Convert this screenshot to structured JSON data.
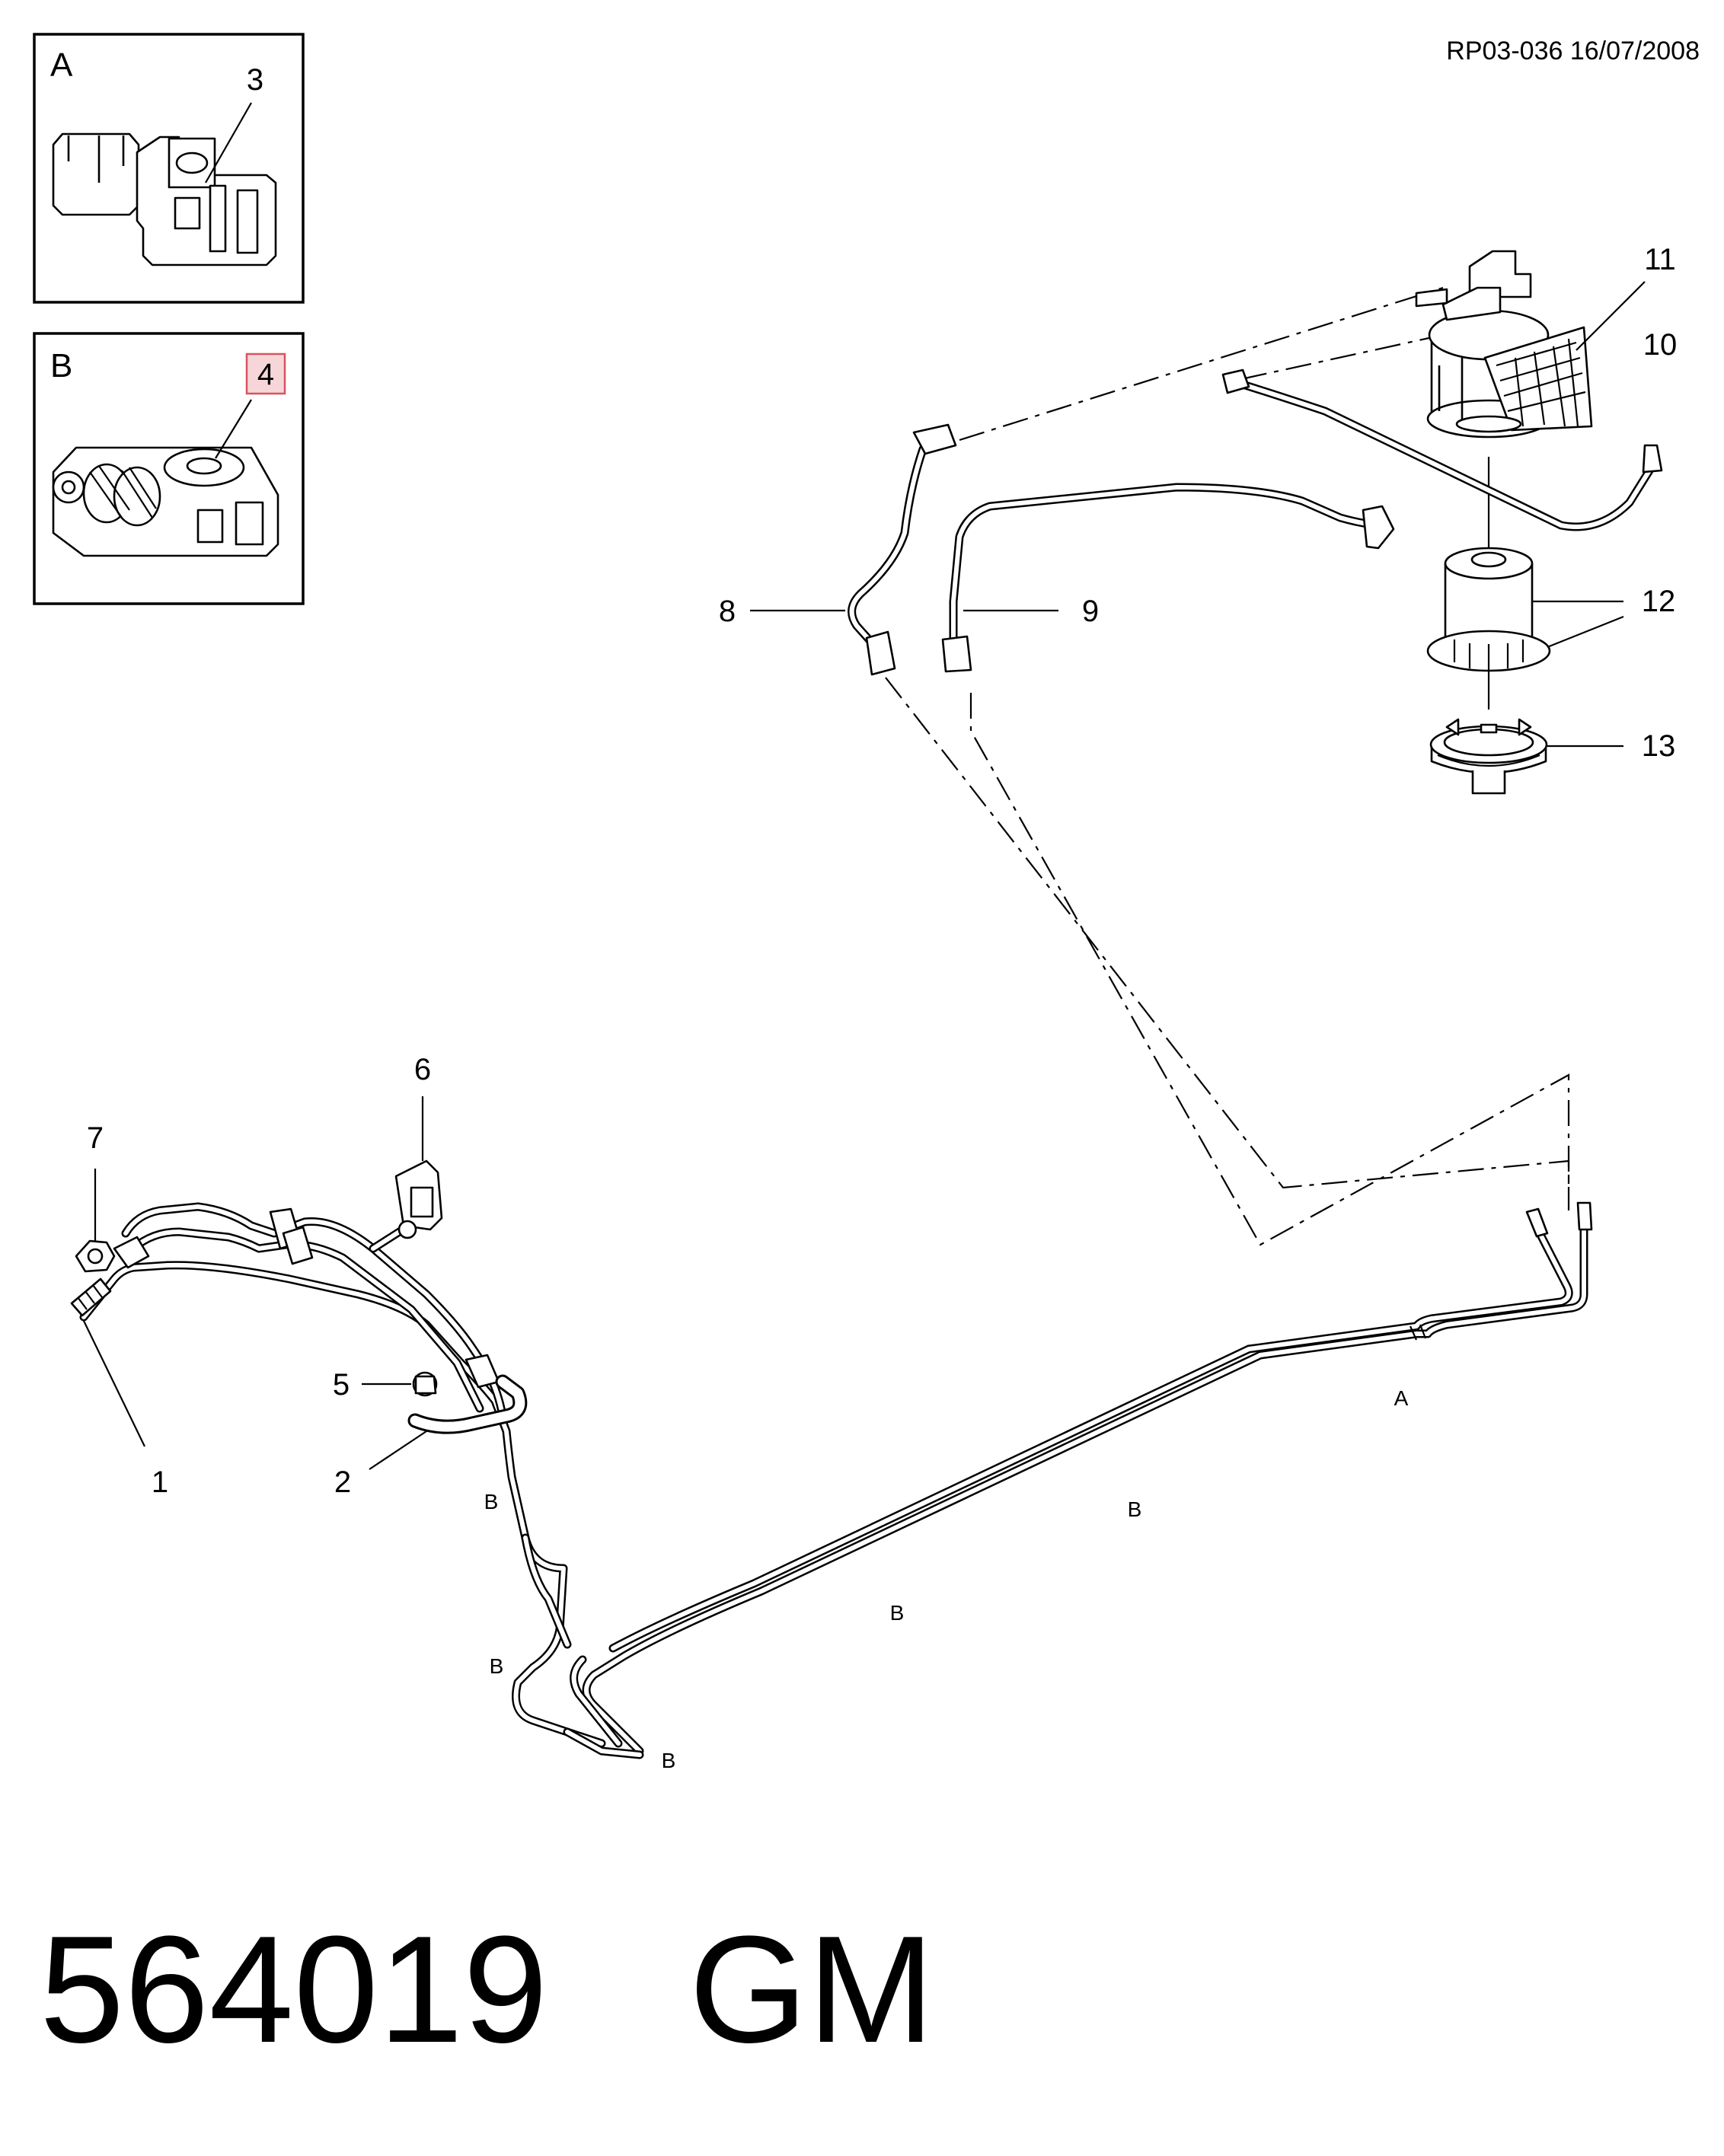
{
  "header": {
    "reference": "RP03-036 16/07/2008"
  },
  "insets": [
    {
      "letter": "A",
      "callout": "3"
    },
    {
      "letter": "B",
      "callout": "4",
      "highlight_color": "#f7d6d9"
    }
  ],
  "callouts": [
    "1",
    "2",
    "5",
    "6",
    "7",
    "8",
    "9",
    "10",
    "11",
    "12",
    "13"
  ],
  "pipe_tags": [
    "A",
    "B",
    "B",
    "B",
    "B",
    "B"
  ],
  "footer": {
    "part_number": "564019",
    "brand": "GM"
  },
  "colors": {
    "line": "#000000",
    "background": "#ffffff",
    "highlight_border": "#d9535f"
  }
}
